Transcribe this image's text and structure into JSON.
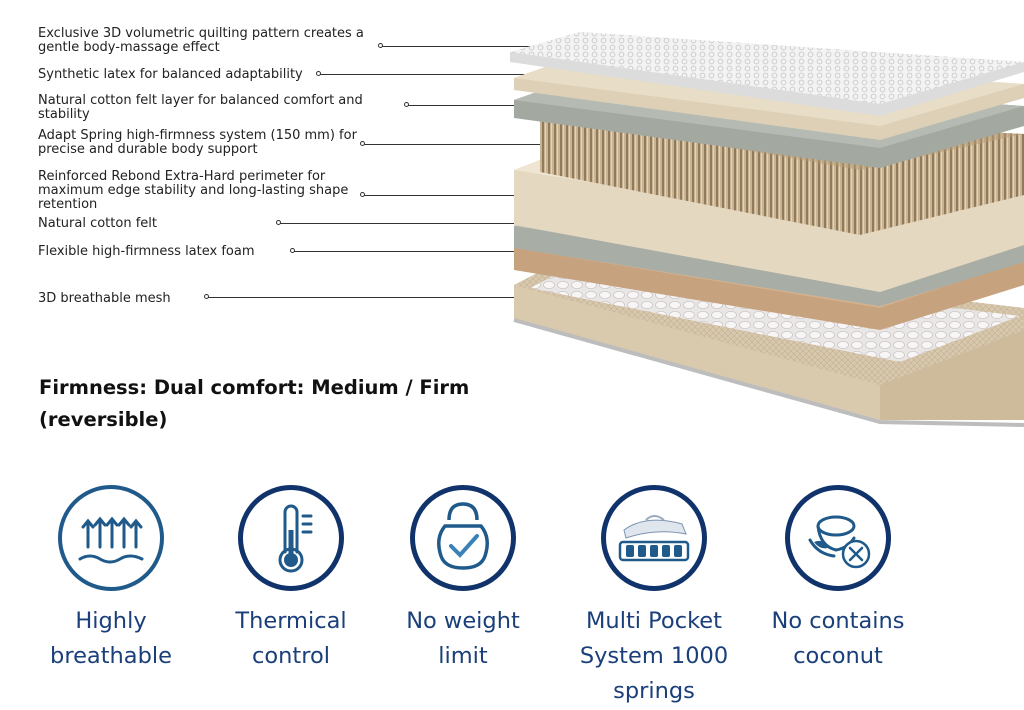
{
  "layers": [
    {
      "text": "Exclusive 3D volumetric quilting pattern creates a\ngentle body-massage effect"
    },
    {
      "text": "Synthetic latex for balanced adaptability"
    },
    {
      "text": "Natural cotton felt layer for balanced comfort and\nstability"
    },
    {
      "text": "Adapt Spring high-firmness system (150 mm) for\nprecise and durable body support"
    },
    {
      "text": "Reinforced Rebond Extra-Hard perimeter for\nmaximum edge stability and long-lasting shape\nretention"
    },
    {
      "text": "Natural cotton felt"
    },
    {
      "text": "Flexible high-firmness latex foam"
    },
    {
      "text": "3D breathable mesh"
    }
  ],
  "firmness": "Firmness: Dual comfort: Medium / Firm\n(reversible)",
  "features": [
    {
      "label": "Highly\nbreathable",
      "icon": "airflow-arrows-icon"
    },
    {
      "label": "Thermical\ncontrol",
      "icon": "thermometer-icon"
    },
    {
      "label": "No weight\nlimit",
      "icon": "kettlebell-check-icon"
    },
    {
      "label": "Multi Pocket\nSystem 1000 springs",
      "icon": "pocket-springs-icon"
    },
    {
      "label": "No contains\ncoconut",
      "icon": "coconut-crossed-icon"
    }
  ],
  "colors": {
    "icon_ring": "#11336b",
    "icon_line": "#1f5a8a",
    "label_text": "#1a3f7a"
  }
}
